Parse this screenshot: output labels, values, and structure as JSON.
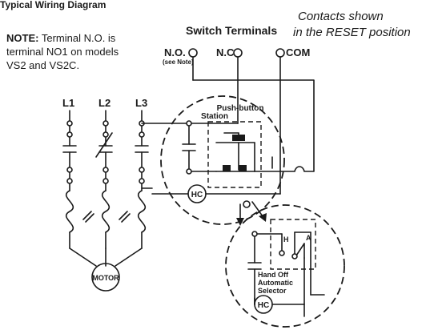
{
  "header": {
    "top_text": "Typical Wiring Diagram",
    "contacts_line1": "Contacts shown",
    "contacts_line2": "in the RESET position",
    "switch_terminals": "Switch Terminals"
  },
  "note": {
    "label": "NOTE:",
    "line1": "Terminal N.O. is",
    "line2": "terminal NO1 on models",
    "line3": "VS2 and VS2C."
  },
  "terminals": {
    "no": "N.O.",
    "no_sub": "(see Note)",
    "nc": "N.C.",
    "com": "COM"
  },
  "lines": [
    "L1",
    "L2",
    "L3"
  ],
  "labels": {
    "pushbutton_1": "Push-button",
    "pushbutton_2": "Station",
    "motor": "MOTOR",
    "hc": "HC",
    "hc2": "HC",
    "selector_h": "H",
    "selector_a": "A",
    "selector_1": "Hand  Off",
    "selector_2": "Automatic",
    "selector_3": "Selector"
  }
}
